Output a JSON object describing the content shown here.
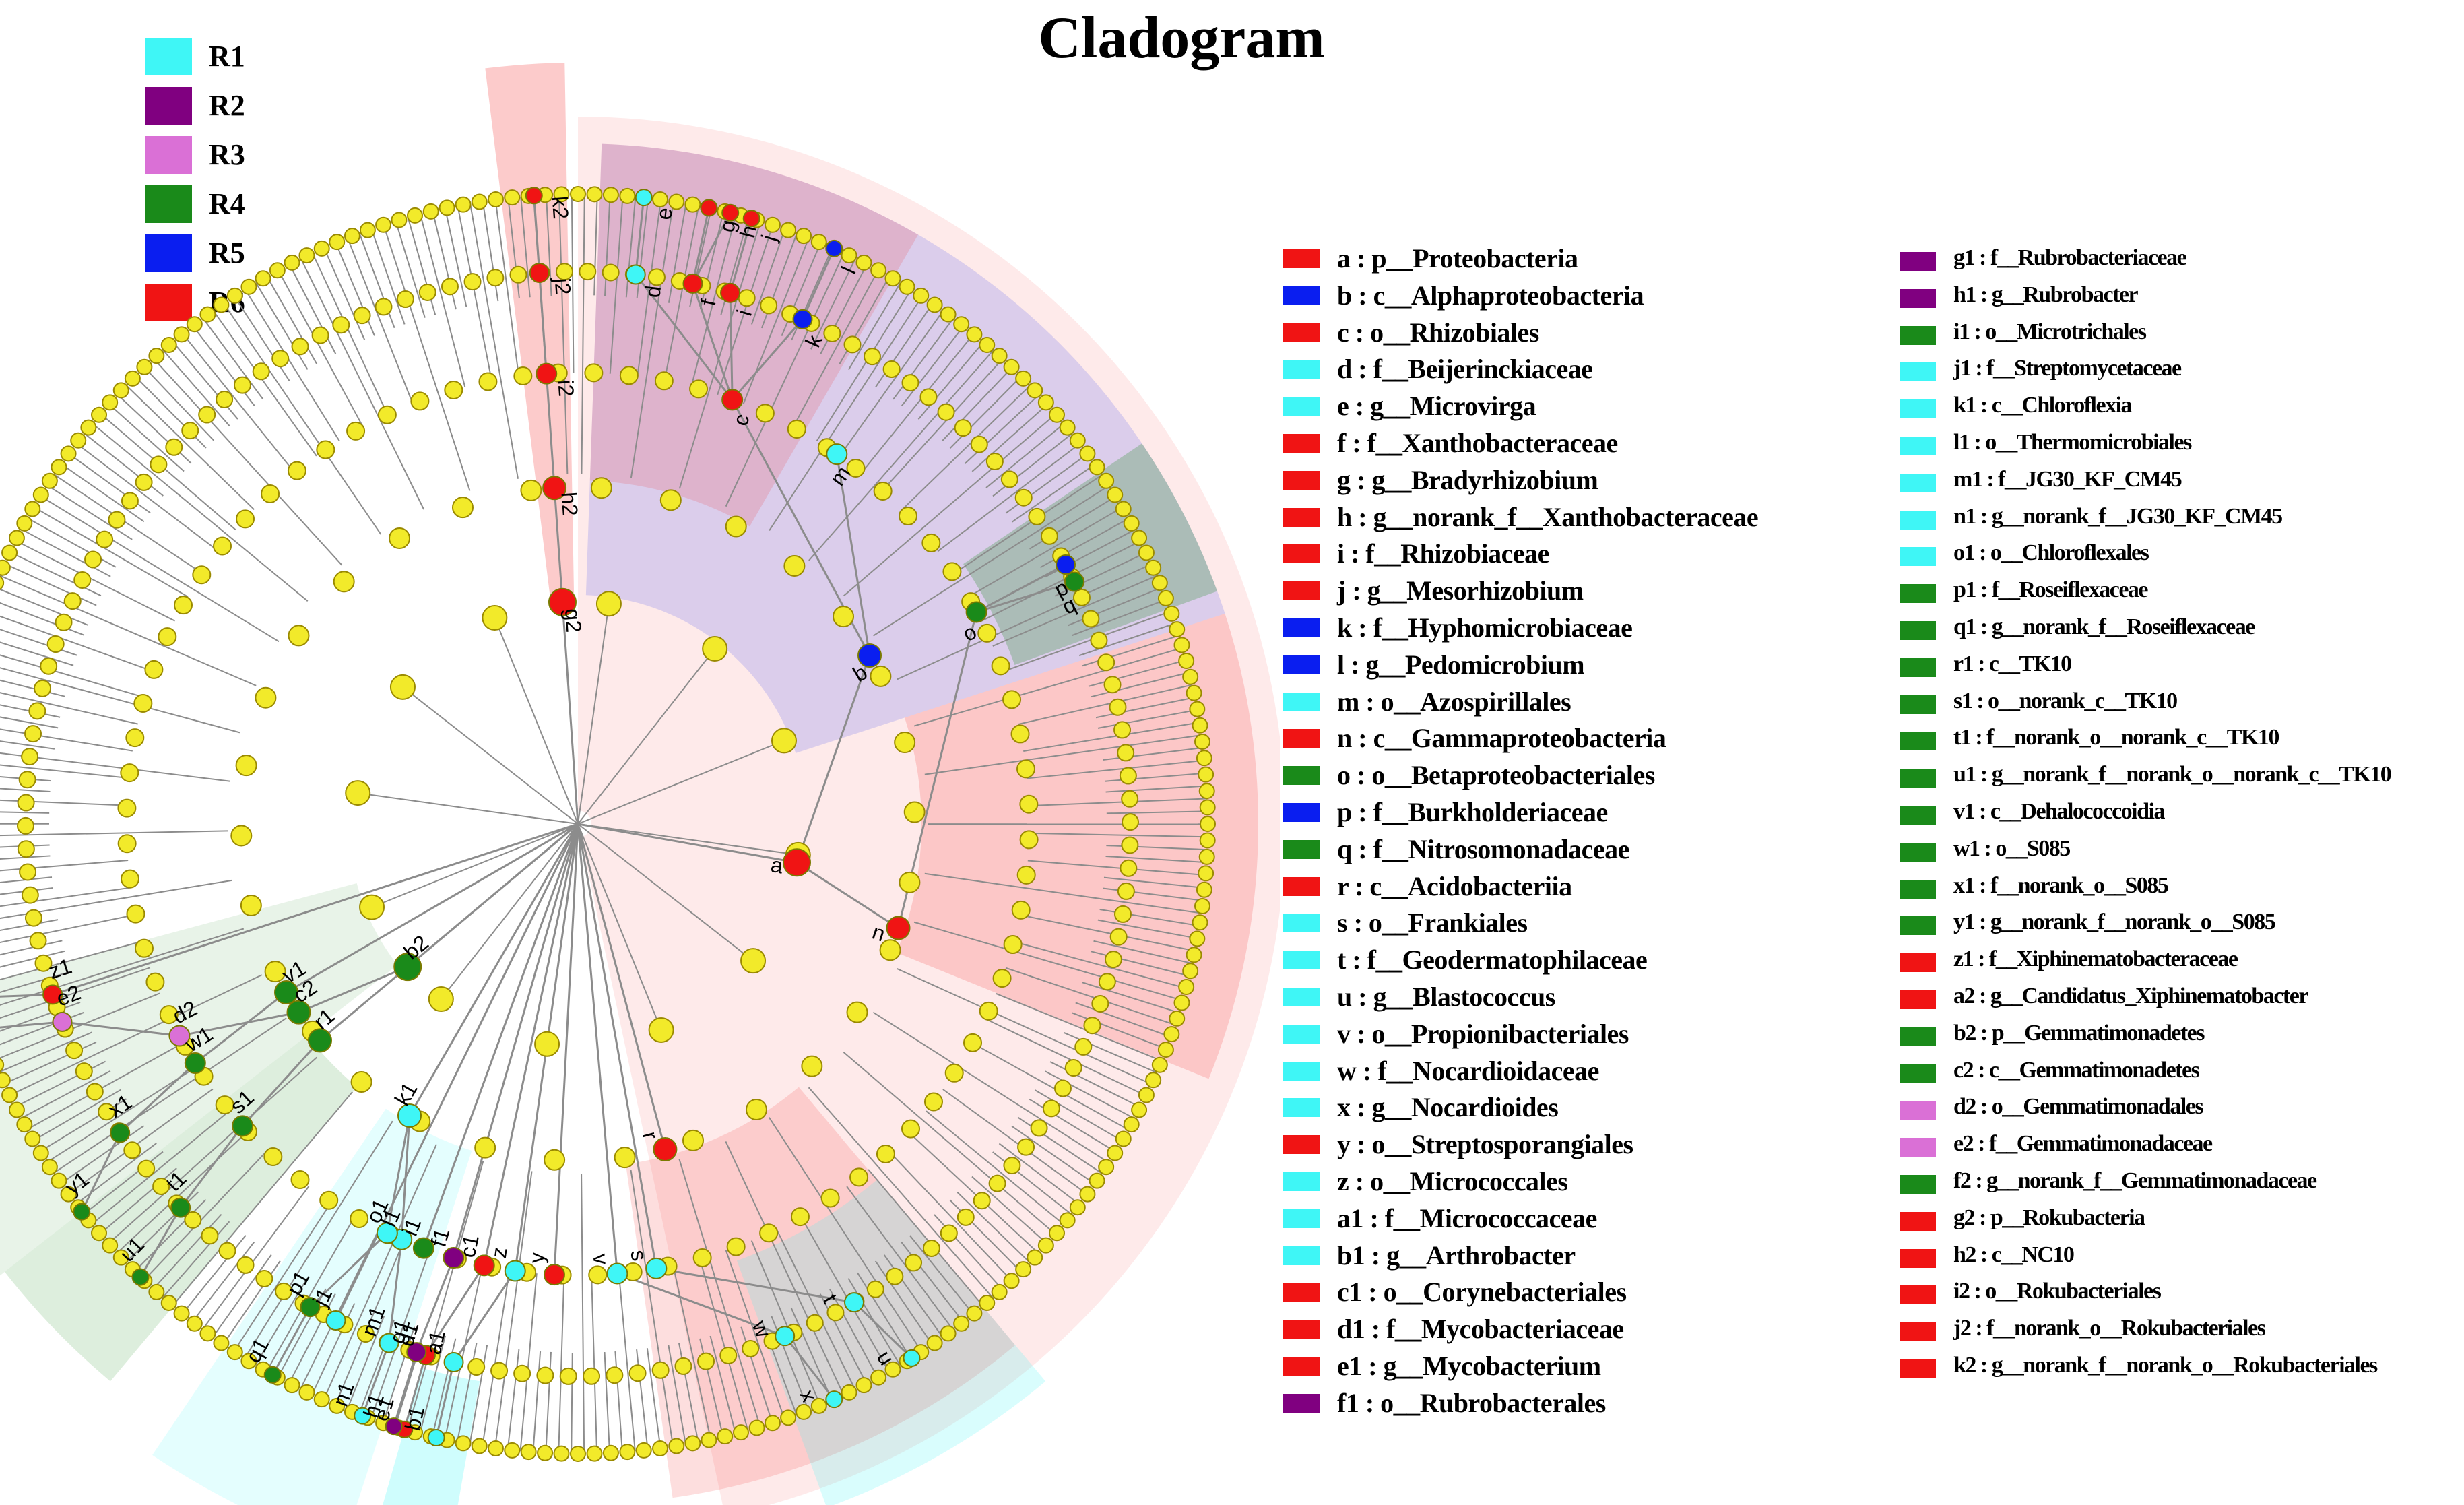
{
  "title": "Cladogram",
  "colors": {
    "R1": "#3ff6f6",
    "R2": "#800080",
    "R3": "#da70d6",
    "R4": "#1a8a1a",
    "R5": "#0a1ef0",
    "R6": "#f01414",
    "node": "#f2ea2a",
    "branch": "#8c8c8c"
  },
  "groups": [
    {
      "name": "R1",
      "color": "#3ff6f6"
    },
    {
      "name": "R2",
      "color": "#800080"
    },
    {
      "name": "R3",
      "color": "#da70d6"
    },
    {
      "name": "R4",
      "color": "#1a8a1a"
    },
    {
      "name": "R5",
      "color": "#0a1ef0"
    },
    {
      "name": "R6",
      "color": "#f01414"
    }
  ],
  "taxa": [
    {
      "key": "a",
      "label": "a : p__Proteobacteria",
      "group": "R6",
      "level": 1
    },
    {
      "key": "b",
      "label": "b : c__Alphaproteobacteria",
      "group": "R5",
      "level": 2
    },
    {
      "key": "c",
      "label": "c : o__Rhizobiales",
      "group": "R6",
      "level": 3
    },
    {
      "key": "d",
      "label": "d : f__Beijerinckiaceae",
      "group": "R1",
      "level": 4
    },
    {
      "key": "e",
      "label": "e : g__Microvirga",
      "group": "R1",
      "level": 5
    },
    {
      "key": "f",
      "label": "f : f__Xanthobacteraceae",
      "group": "R6",
      "level": 4
    },
    {
      "key": "g",
      "label": "g : g__Bradyrhizobium",
      "group": "R6",
      "level": 5
    },
    {
      "key": "h",
      "label": "h : g__norank_f__Xanthobacteraceae",
      "group": "R6",
      "level": 5
    },
    {
      "key": "i",
      "label": "i : f__Rhizobiaceae",
      "group": "R6",
      "level": 4
    },
    {
      "key": "j",
      "label": "j : g__Mesorhizobium",
      "group": "R6",
      "level": 5
    },
    {
      "key": "k",
      "label": "k : f__Hyphomicrobiaceae",
      "group": "R5",
      "level": 4
    },
    {
      "key": "l",
      "label": "l : g__Pedomicrobium",
      "group": "R5",
      "level": 5
    },
    {
      "key": "m",
      "label": "m : o__Azospirillales",
      "group": "R1",
      "level": 3
    },
    {
      "key": "n",
      "label": "n : c__Gammaproteobacteria",
      "group": "R6",
      "level": 2
    },
    {
      "key": "o",
      "label": "o : o__Betaproteobacteriales",
      "group": "R4",
      "level": 3
    },
    {
      "key": "p",
      "label": "p : f__Burkholderiaceae",
      "group": "R5",
      "level": 4
    },
    {
      "key": "q",
      "label": "q : f__Nitrosomonadaceae",
      "group": "R4",
      "level": 4
    },
    {
      "key": "r",
      "label": "r : c__Acidobacteriia",
      "group": "R6",
      "level": 2
    },
    {
      "key": "s",
      "label": "s : o__Frankiales",
      "group": "R1",
      "level": 3
    },
    {
      "key": "t",
      "label": "t : f__Geodermatophilaceae",
      "group": "R1",
      "level": 4
    },
    {
      "key": "u",
      "label": "u : g__Blastococcus",
      "group": "R1",
      "level": 5
    },
    {
      "key": "v",
      "label": "v : o__Propionibacteriales",
      "group": "R1",
      "level": 3
    },
    {
      "key": "w",
      "label": "w : f__Nocardioidaceae",
      "group": "R1",
      "level": 4
    },
    {
      "key": "x",
      "label": "x : g__Nocardioides",
      "group": "R1",
      "level": 5
    },
    {
      "key": "y",
      "label": "y : o__Streptosporangiales",
      "group": "R6",
      "level": 3
    },
    {
      "key": "z",
      "label": "z : o__Micrococcales",
      "group": "R1",
      "level": 3
    },
    {
      "key": "a1",
      "label": "a1 : f__Micrococcaceae",
      "group": "R1",
      "level": 4
    },
    {
      "key": "b1",
      "label": "b1 : g__Arthrobacter",
      "group": "R1",
      "level": 5
    },
    {
      "key": "c1",
      "label": "c1 : o__Corynebacteriales",
      "group": "R6",
      "level": 3
    },
    {
      "key": "d1",
      "label": "d1 : f__Mycobacteriaceae",
      "group": "R6",
      "level": 4
    },
    {
      "key": "e1",
      "label": "e1 : g__Mycobacterium",
      "group": "R6",
      "level": 5
    },
    {
      "key": "f1",
      "label": "f1 : o__Rubrobacterales",
      "group": "R2",
      "level": 3
    },
    {
      "key": "g1",
      "label": "g1 : f__Rubrobacteriaceae",
      "group": "R2",
      "level": 4
    },
    {
      "key": "h1",
      "label": "h1 : g__Rubrobacter",
      "group": "R2",
      "level": 5
    },
    {
      "key": "i1",
      "label": "i1 : o__Microtrichales",
      "group": "R4",
      "level": 3
    },
    {
      "key": "j1",
      "label": "j1 : f__Streptomycetaceae",
      "group": "R1",
      "level": 4
    },
    {
      "key": "k1",
      "label": "k1 : c__Chloroflexia",
      "group": "R1",
      "level": 2
    },
    {
      "key": "l1",
      "label": "l1 : o__Thermomicrobiales",
      "group": "R1",
      "level": 3
    },
    {
      "key": "m1",
      "label": "m1 : f__JG30_KF_CM45",
      "group": "R1",
      "level": 4
    },
    {
      "key": "n1",
      "label": "n1 : g__norank_f__JG30_KF_CM45",
      "group": "R1",
      "level": 5
    },
    {
      "key": "o1",
      "label": "o1 : o__Chloroflexales",
      "group": "R1",
      "level": 3
    },
    {
      "key": "p1",
      "label": "p1 : f__Roseiflexaceae",
      "group": "R4",
      "level": 4
    },
    {
      "key": "q1",
      "label": "q1 : g__norank_f__Roseiflexaceae",
      "group": "R4",
      "level": 5
    },
    {
      "key": "r1",
      "label": "r1 : c__TK10",
      "group": "R4",
      "level": 2
    },
    {
      "key": "s1",
      "label": "s1 : o__norank_c__TK10",
      "group": "R4",
      "level": 3
    },
    {
      "key": "t1",
      "label": "t1 : f__norank_o__norank_c__TK10",
      "group": "R4",
      "level": 4
    },
    {
      "key": "u1",
      "label": "u1 : g__norank_f__norank_o__norank_c__TK10",
      "group": "R4",
      "level": 5
    },
    {
      "key": "v1",
      "label": "v1 : c__Dehalococcoidia",
      "group": "R4",
      "level": 2
    },
    {
      "key": "w1",
      "label": "w1 : o__S085",
      "group": "R4",
      "level": 3
    },
    {
      "key": "x1",
      "label": "x1 : f__norank_o__S085",
      "group": "R4",
      "level": 4
    },
    {
      "key": "y1",
      "label": "y1 : g__norank_f__norank_o__S085",
      "group": "R4",
      "level": 5
    },
    {
      "key": "z1",
      "label": "z1 : f__Xiphinematobacteraceae",
      "group": "R6",
      "level": 4
    },
    {
      "key": "a2",
      "label": "a2 : g__Candidatus_Xiphinematobacter",
      "group": "R6",
      "level": 5
    },
    {
      "key": "b2",
      "label": "b2 : p__Gemmatimonadetes",
      "group": "R4",
      "level": 1
    },
    {
      "key": "c2",
      "label": "c2 : c__Gemmatimonadetes",
      "group": "R4",
      "level": 2
    },
    {
      "key": "d2",
      "label": "d2 : o__Gemmatimonadales",
      "group": "R3",
      "level": 3
    },
    {
      "key": "e2",
      "label": "e2 : f__Gemmatimonadaceae",
      "group": "R3",
      "level": 4
    },
    {
      "key": "f2",
      "label": "f2 : g__norank_f__Gemmatimonadaceae",
      "group": "R4",
      "level": 5
    },
    {
      "key": "g2",
      "label": "g2 : p__Rokubacteria",
      "group": "R6",
      "level": 1
    },
    {
      "key": "h2",
      "label": "h2 : c__NC10",
      "group": "R6",
      "level": 2
    },
    {
      "key": "i2",
      "label": "i2 : o__Rokubacteriales",
      "group": "R6",
      "level": 3
    },
    {
      "key": "j2",
      "label": "j2 : f__norank_o__Rokubacteriales",
      "group": "R6",
      "level": 4
    },
    {
      "key": "k2",
      "label": "k2 : g__norank_f__norank_o__Rokubacteriales",
      "group": "R6",
      "level": 5
    }
  ]
}
